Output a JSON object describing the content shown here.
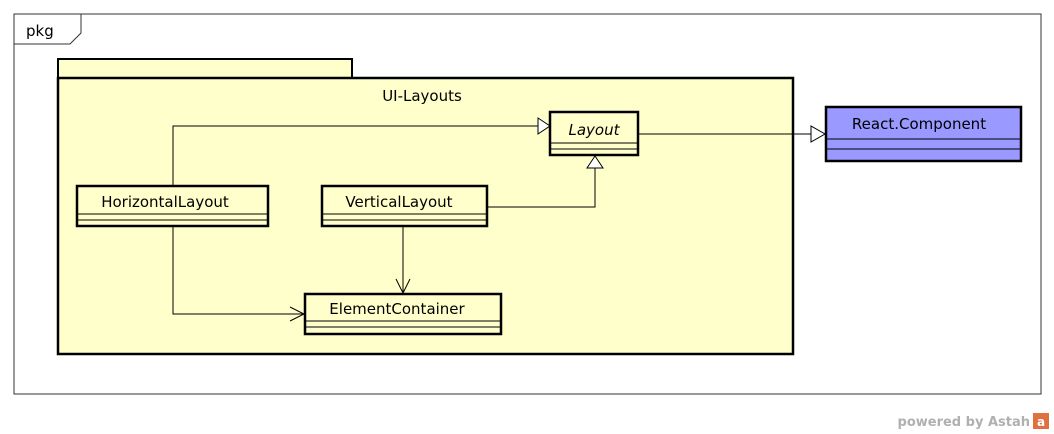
{
  "frame": {
    "label": "pkg"
  },
  "package": {
    "name": "UI-Layouts",
    "fill": "#ffffcc"
  },
  "classes": {
    "layout": {
      "name": "Layout",
      "abstract": true
    },
    "horizontal": {
      "name": "HorizontalLayout"
    },
    "vertical": {
      "name": "VerticalLayout"
    },
    "element_container": {
      "name": "ElementContainer"
    },
    "react_component": {
      "name": "React.Component",
      "fill": "#9999ff"
    }
  },
  "watermark": {
    "text": "powered by Astah",
    "logo_text": "a",
    "color": "#e07040"
  }
}
